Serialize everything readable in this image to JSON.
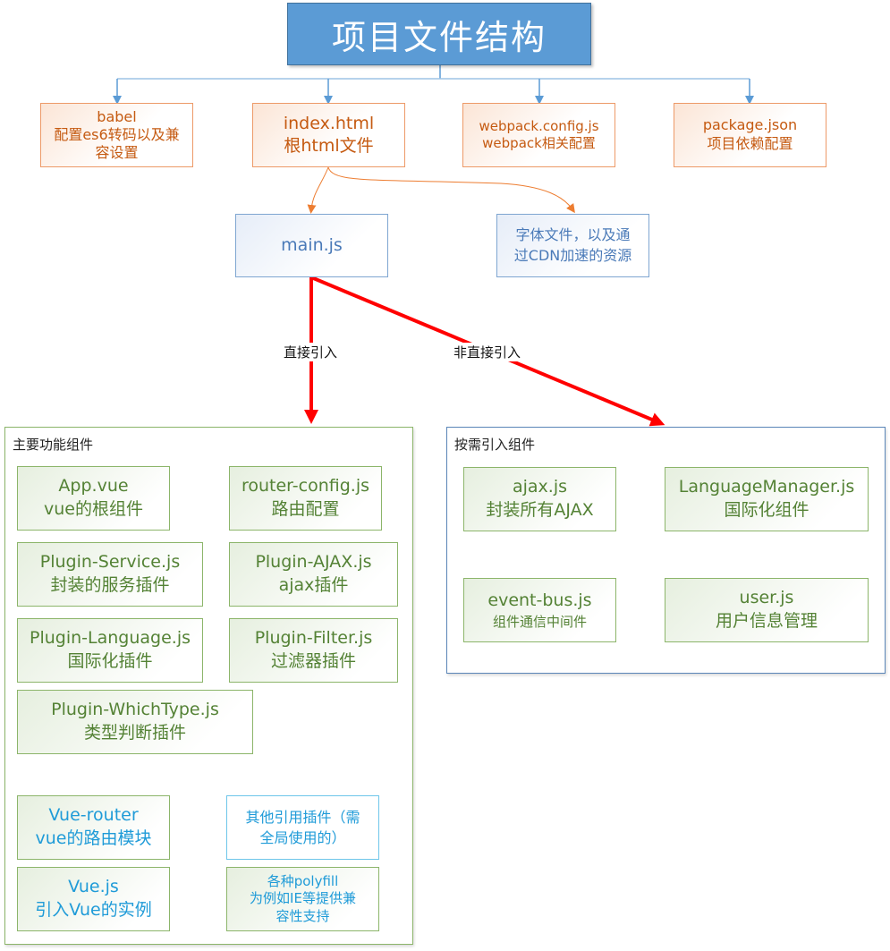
{
  "title": "项目文件结构",
  "top_nodes": [
    {
      "line1": "babel",
      "line2": "配置es6转码以及兼",
      "line3": "容设置"
    },
    {
      "line1": "index.html",
      "line2": "根html文件"
    },
    {
      "line1": "webpack.config.js",
      "line2": "webpack相关配置"
    },
    {
      "line1": "package.json",
      "line2": "项目依赖配置"
    }
  ],
  "second_nodes": [
    {
      "line1": "main.js"
    },
    {
      "line1": "字体文件，以及通",
      "line2": "过CDN加速的资源"
    }
  ],
  "edge_labels": {
    "direct": "直接引入",
    "indirect": "非直接引入"
  },
  "main_group": {
    "title": "主要功能组件",
    "items": [
      {
        "line1": "App.vue",
        "line2": "vue的根组件"
      },
      {
        "line1": "router-config.js",
        "line2": "路由配置"
      },
      {
        "line1": "Plugin-Service.js",
        "line2": "封装的服务插件"
      },
      {
        "line1": "Plugin-AJAX.js",
        "line2": "ajax插件"
      },
      {
        "line1": "Plugin-Language.js",
        "line2": "国际化插件"
      },
      {
        "line1": "Plugin-Filter.js",
        "line2": "过滤器插件"
      },
      {
        "line1": "Plugin-WhichType.js",
        "line2": "类型判断插件"
      },
      {
        "line1": "Vue-router",
        "line2": "vue的路由模块"
      },
      {
        "line1": "其他引用插件（需",
        "line2": "全局使用的）"
      },
      {
        "line1": "Vue.js",
        "line2": "引入Vue的实例"
      },
      {
        "line1": "各种polyfill",
        "line2": "为例如IE等提供兼",
        "line3": "容性支持"
      }
    ]
  },
  "ondemand_group": {
    "title": "按需引入组件",
    "items": [
      {
        "line1": "ajax.js",
        "line2": "封装所有AJAX"
      },
      {
        "line1": "LanguageManager.js",
        "line2": "国际化组件"
      },
      {
        "line1": "event-bus.js",
        "line2": "组件通信中间件"
      },
      {
        "line1": "user.js",
        "line2": "用户信息管理"
      }
    ]
  }
}
